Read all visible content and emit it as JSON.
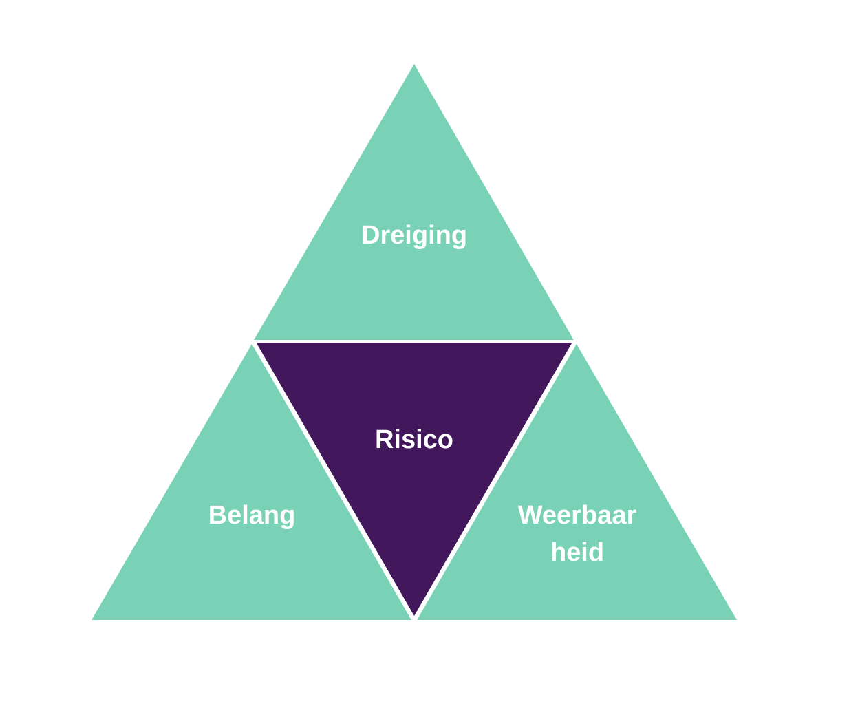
{
  "diagram": {
    "top_label": "Dreiging",
    "center_label": "Risico",
    "left_label": "Belang",
    "right_label_line1": "Weerbaar",
    "right_label_line2": "heid"
  },
  "colors": {
    "outer_triangles": "#79d2b6",
    "center_triangle": "#43175c",
    "separator": "#ffffff",
    "label_text": "#ffffff"
  }
}
